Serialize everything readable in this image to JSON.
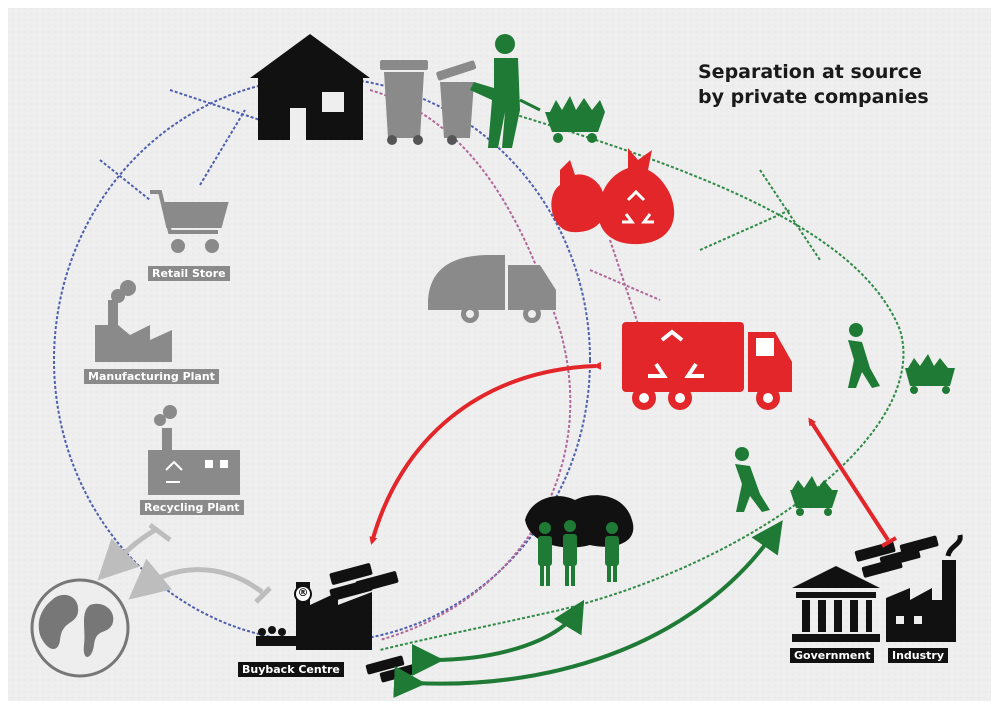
{
  "title": {
    "line1": "Separation at source",
    "line2": "by private companies"
  },
  "labels": {
    "retail_store": "Retail Store",
    "manufacturing_plant": "Manufacturing Plant",
    "recycling_plant": "Recycling Plant",
    "buyback_centre": "Buyback Centre",
    "government": "Government",
    "industry": "Industry",
    "registered_mark": "®"
  },
  "colors": {
    "red": "#e3262a",
    "green": "#1e7a34",
    "grey": "#8a8a8a",
    "black": "#111111",
    "blue_stitch": "#4d5fae",
    "pink_stitch": "#b0679a",
    "green_stitch": "#2f8a45"
  },
  "icons": [
    "house-icon",
    "wheelie-bin-icon",
    "waste-collector-icon",
    "recycling-bag-icon",
    "shopping-cart-icon",
    "factory-icon",
    "recycling-factory-icon",
    "garbage-truck-icon",
    "recycling-truck-icon",
    "cart-puller-icon",
    "waste-pickers-icon",
    "money-stack-icon",
    "globe-icon",
    "government-building-icon",
    "industry-icon"
  ]
}
